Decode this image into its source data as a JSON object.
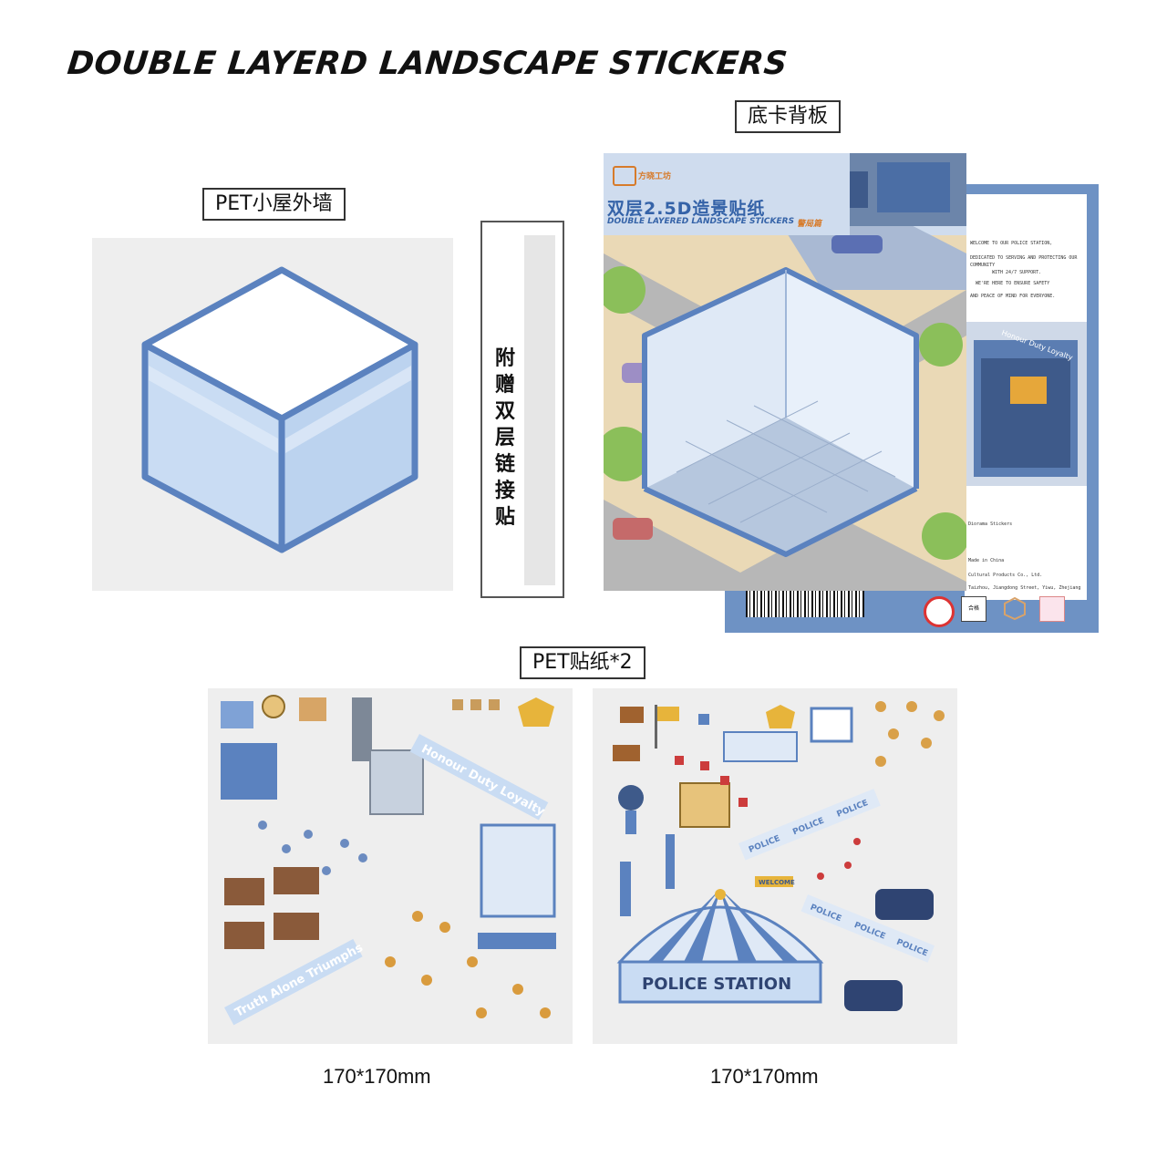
{
  "title": "DOUBLE LAYERD LANDSCAPE STICKERS",
  "labels": {
    "base_card": "底卡背板",
    "pet_wall": "PET小屋外墙",
    "bonus": "附赠双层链接贴",
    "pet_stickers": "PET贴纸*2"
  },
  "card": {
    "brand": "方晓工坊",
    "title_cn": "双层2.5D造景贴纸",
    "title_en": "DOUBLE LAYERED LANDSCAPE STICKERS",
    "edition": "警局篇",
    "back_lines": [
      "WELCOME TO OUR POLICE STATION,",
      "DEDICATED TO SERVING AND PROTECTING OUR COMMUNITY",
      "WITH 24/7 SUPPORT.",
      "WE'RE HERE TO ENSURE SAFETY",
      "AND PEACE OF MIND FOR EVERYONE."
    ],
    "back_small": [
      "Diorama Stickers",
      "Made in China",
      "Cultural Products Co., Ltd.",
      "Taizhou, Jiangdong Street, Yiwu, Zhejiang"
    ],
    "scene_sign": "Honour Duty Loyalty"
  },
  "sheet_left": {
    "banner_top": "Honour Duty Loyalty",
    "banner_bottom": "Truth Alone Triumphs",
    "dimensions": "170*170mm"
  },
  "sheet_right": {
    "police_tape": "POLICE",
    "building": "POLICE STATION",
    "welcome": "WELCOME",
    "dimensions": "170*170mm"
  },
  "colors": {
    "accent_blue": "#5b82bf",
    "cube_fill": "#c9dcf3",
    "panel_gray": "#eeeeee"
  }
}
